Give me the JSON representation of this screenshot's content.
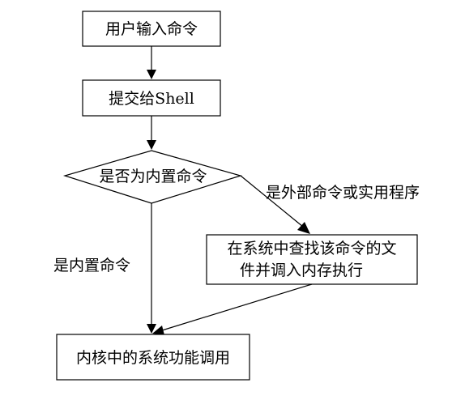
{
  "nodes": {
    "user_input": "用户输入命令",
    "submit_shell": "提交给Shell",
    "is_builtin": "是否为内置命令",
    "search_file_line1": "在系统中查找该命令的文",
    "search_file_line2": "件并调入内存执行",
    "kernel_call": "内核中的系统功能调用"
  },
  "edges": {
    "external_label": "是外部命令或实用程序",
    "builtin_label": "是内置命令"
  },
  "colors": {
    "stroke": "#000000",
    "background": "#ffffff"
  }
}
